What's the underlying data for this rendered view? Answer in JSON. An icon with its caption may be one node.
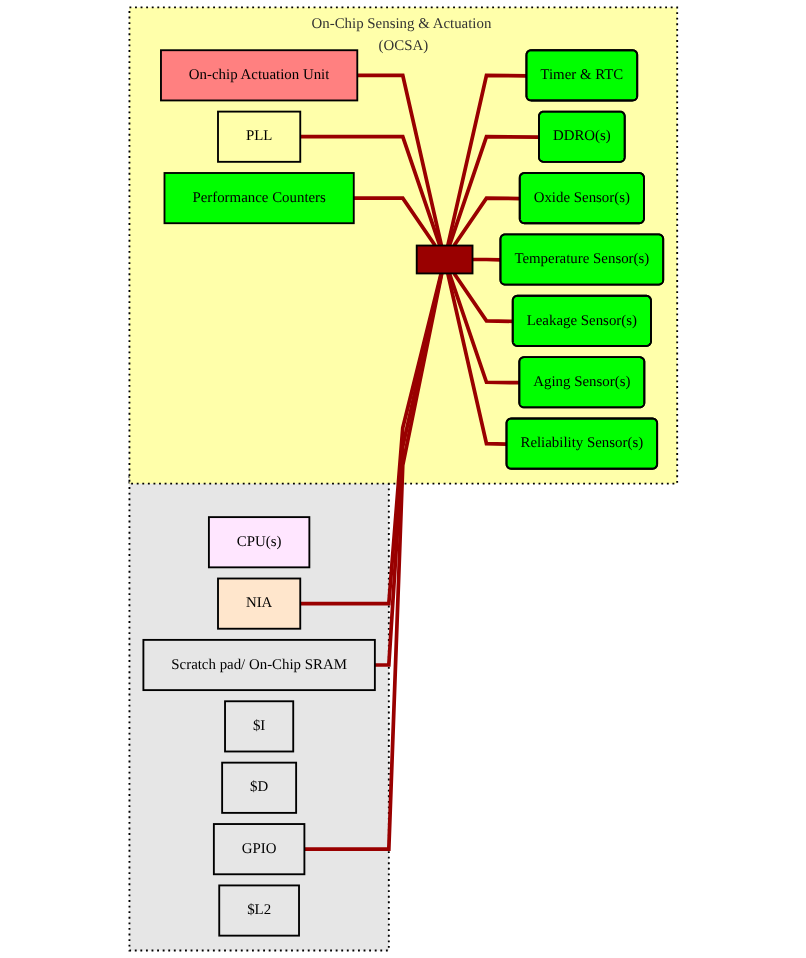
{
  "diagram": {
    "nodes": [
      {
        "text": [
          "On-Chip Sensing & Actuation (OCSA)"
        ]
      },
      {
        "text": [
          "On-chip Actuation Unit"
        ],
        "in": 0
      },
      {
        "text": [
          "PLL"
        ],
        "in": 0
      },
      {
        "text": [
          "Performance Counters"
        ],
        "in": 0
      },
      {
        "text": [],
        "shape": "bar",
        "in": 0
      },
      {
        "text": [
          "Timer & RTC"
        ],
        "in": 0
      },
      {
        "text": [
          "DDRO(s)"
        ],
        "in": 0
      },
      {
        "text": [
          "Oxide Sensor(s)"
        ],
        "in": 0
      },
      {
        "text": [
          "Temperature Sensor(s)"
        ],
        "in": 0
      },
      {
        "text": [
          "Leakage Sensor(s)"
        ],
        "in": 0
      },
      {
        "text": [
          "Aging Sensor(s)"
        ],
        "in": 0
      },
      {
        "text": [
          "Reliability Sensor(s)"
        ],
        "in": 0
      },
      {
        "text": [],
        "shape": "box"
      },
      {
        "text": [
          "CPU(s)"
        ],
        "in": 12
      },
      {
        "text": [
          "NIA"
        ],
        "in": 12
      },
      {
        "text": [
          "Scratch pad/ On-Chip SRAM"
        ],
        "in": 12
      },
      {
        "text": [
          "$I"
        ],
        "in": 12
      },
      {
        "text": [
          "$D"
        ],
        "in": 12
      },
      {
        "text": [
          "GPIO"
        ],
        "in": 12
      },
      {
        "text": [
          "$L2"
        ],
        "in": 12
      }
    ],
    "edges": [
      {
        "from": 1,
        "to": 4,
        "arrow": "none"
      },
      {
        "from": 2,
        "to": 4,
        "arrow": "none"
      },
      {
        "from": 3,
        "to": 4,
        "arrow": "none"
      },
      {
        "from": 14,
        "to": 4,
        "arrow": "none"
      },
      {
        "from": 15,
        "to": 4,
        "arrow": "none"
      },
      {
        "from": 18,
        "to": 4,
        "arrow": "none"
      },
      {
        "from": 4,
        "to": 5,
        "arrow": "none"
      },
      {
        "from": 4,
        "to": 6,
        "arrow": "none"
      },
      {
        "from": 4,
        "to": 7,
        "arrow": "none"
      },
      {
        "from": 4,
        "to": 8,
        "arrow": "none"
      },
      {
        "from": 4,
        "to": 9,
        "arrow": "none"
      },
      {
        "from": 4,
        "to": 10,
        "arrow": "none"
      },
      {
        "from": 4,
        "to": 11,
        "arrow": "none"
      }
    ]
  }
}
